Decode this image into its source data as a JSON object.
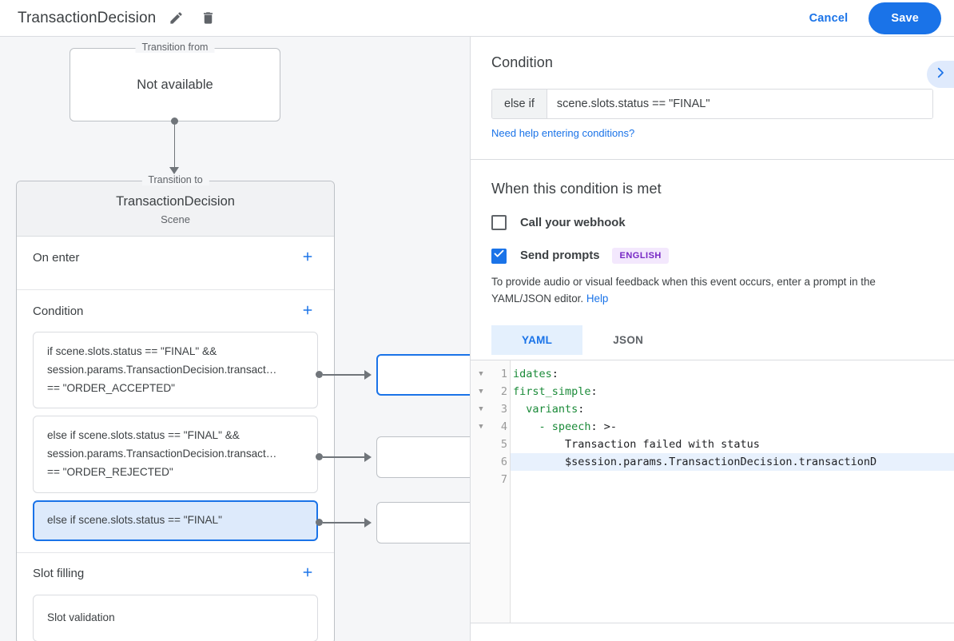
{
  "header": {
    "title": "TransactionDecision",
    "edit_icon": "pencil-icon",
    "delete_icon": "trash-icon",
    "cancel_label": "Cancel",
    "save_label": "Save",
    "accent_color": "#1a73e8"
  },
  "canvas": {
    "transition_from": {
      "legend": "Transition from",
      "value": "Not available"
    },
    "transition_to": {
      "legend": "Transition to",
      "scene_name": "TransactionDecision",
      "scene_type": "Scene"
    },
    "sections": [
      {
        "title": "On enter",
        "add_label": "+"
      },
      {
        "title": "Condition",
        "add_label": "+"
      },
      {
        "title": "Slot filling",
        "add_label": "+"
      }
    ],
    "conditions": [
      {
        "selected": false,
        "lines": [
          "if scene.slots.status == \"FINAL\" &&",
          "session.params.TransactionDecision.transact…",
          "== \"ORDER_ACCEPTED\""
        ]
      },
      {
        "selected": false,
        "lines": [
          "else if scene.slots.status == \"FINAL\" &&",
          "session.params.TransactionDecision.transact…",
          "== \"ORDER_REJECTED\""
        ]
      },
      {
        "selected": true,
        "lines": [
          "else if scene.slots.status == \"FINAL\""
        ]
      }
    ],
    "slot_filling": [
      {
        "label": "Slot validation"
      }
    ]
  },
  "panel": {
    "title": "Condition",
    "expand_icon": "chevron-right-icon",
    "condition_input": {
      "prefix": "else if",
      "value": "scene.slots.status == \"FINAL\"",
      "placeholder": ""
    },
    "help_link": "Need help entering conditions?",
    "met_title": "When this condition is met",
    "webhook": {
      "label": "Call your webhook",
      "checked": false
    },
    "prompts": {
      "label": "Send prompts",
      "checked": true,
      "badge": "ENGLISH",
      "badge_color": "#7627c4"
    },
    "description": "To provide audio or visual feedback when this event occurs, enter a prompt in the YAML/JSON editor.",
    "description_link": "Help",
    "tabs": [
      {
        "label": "YAML",
        "active": true
      },
      {
        "label": "JSON",
        "active": false
      }
    ],
    "editor": {
      "lines": [
        {
          "n": "1",
          "fold": true,
          "highlight": false,
          "key": "idates",
          "text": ":"
        },
        {
          "n": "2",
          "fold": true,
          "highlight": false,
          "key": "first_simple",
          "text": ":"
        },
        {
          "n": "3",
          "fold": true,
          "highlight": false,
          "key": "  variants",
          "text": ":"
        },
        {
          "n": "4",
          "fold": true,
          "highlight": false,
          "key": "    - speech",
          "text": ": >-"
        },
        {
          "n": "5",
          "fold": false,
          "highlight": false,
          "key": "",
          "text": "        Transaction failed with status"
        },
        {
          "n": "6",
          "fold": false,
          "highlight": true,
          "key": "",
          "text": "        $session.params.TransactionDecision.transactionD"
        },
        {
          "n": "7",
          "fold": false,
          "highlight": false,
          "key": "",
          "text": ""
        }
      ]
    }
  }
}
